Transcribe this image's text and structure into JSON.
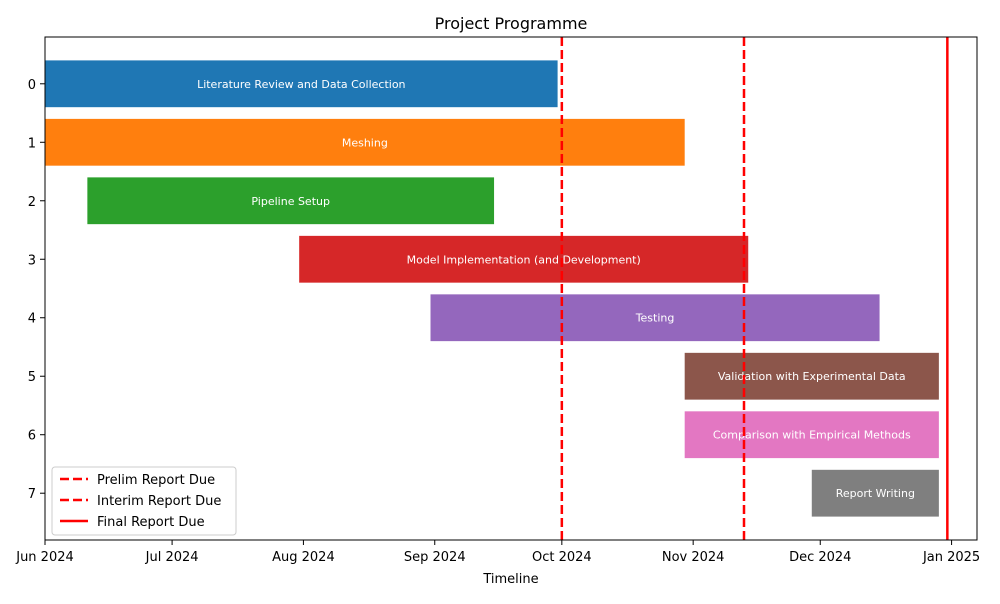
{
  "chart_data": {
    "type": "gantt",
    "title": "Project Programme",
    "xlabel": "Timeline",
    "ylabel": "",
    "x_axis": {
      "type": "date",
      "range": [
        "2024-06-01",
        "2025-01-07"
      ],
      "ticks": [
        {
          "date": "2024-06-01",
          "label": "Jun 2024"
        },
        {
          "date": "2024-07-01",
          "label": "Jul 2024"
        },
        {
          "date": "2024-08-01",
          "label": "Aug 2024"
        },
        {
          "date": "2024-09-01",
          "label": "Sep 2024"
        },
        {
          "date": "2024-10-01",
          "label": "Oct 2024"
        },
        {
          "date": "2024-11-01",
          "label": "Nov 2024"
        },
        {
          "date": "2024-12-01",
          "label": "Dec 2024"
        },
        {
          "date": "2025-01-01",
          "label": "Jan 2025"
        }
      ]
    },
    "y_axis": {
      "ticks": [
        "0",
        "1",
        "2",
        "3",
        "4",
        "5",
        "6",
        "7"
      ],
      "inverted": true
    },
    "tasks": [
      {
        "index": 0,
        "name": "Literature Review and Data Collection",
        "start": "2024-06-01",
        "end": "2024-09-30",
        "color": "#1f77b4"
      },
      {
        "index": 1,
        "name": "Meshing",
        "start": "2024-06-01",
        "end": "2024-10-30",
        "color": "#ff7f0e"
      },
      {
        "index": 2,
        "name": "Pipeline Setup",
        "start": "2024-06-11",
        "end": "2024-09-15",
        "color": "#2ca02c"
      },
      {
        "index": 3,
        "name": "Model Implementation (and Development)",
        "start": "2024-07-31",
        "end": "2024-11-14",
        "color": "#d62728"
      },
      {
        "index": 4,
        "name": "Testing",
        "start": "2024-08-31",
        "end": "2024-12-15",
        "color": "#9467bd"
      },
      {
        "index": 5,
        "name": "Validation with Experimental Data",
        "start": "2024-10-30",
        "end": "2024-12-29",
        "color": "#8c564b"
      },
      {
        "index": 6,
        "name": "Comparison with Empirical Methods",
        "start": "2024-10-30",
        "end": "2024-12-29",
        "color": "#e377c2"
      },
      {
        "index": 7,
        "name": "Report Writing",
        "start": "2024-11-29",
        "end": "2024-12-29",
        "color": "#7f7f7f"
      }
    ],
    "milestones": [
      {
        "name": "Prelim Report Due",
        "date": "2024-10-01",
        "style": "dashed",
        "color": "#ff0000"
      },
      {
        "name": "Interim Report Due",
        "date": "2024-11-13",
        "style": "dashed",
        "color": "#ff0000"
      },
      {
        "name": "Final Report Due",
        "date": "2024-12-31",
        "style": "solid",
        "color": "#ff0000"
      }
    ],
    "legend": {
      "placement": "lower-left"
    },
    "grid": false
  }
}
